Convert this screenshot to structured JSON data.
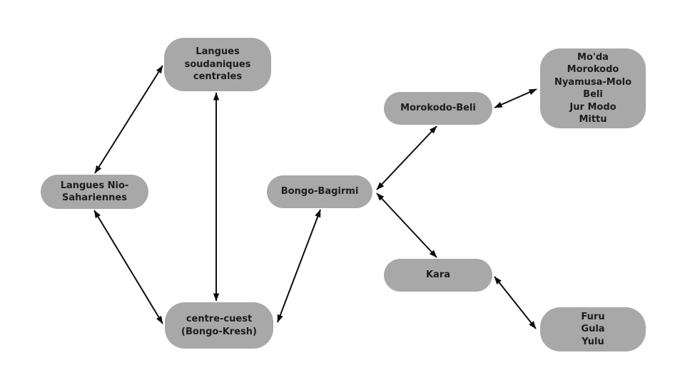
{
  "diagram": {
    "background_color": "#ffffff",
    "node_fill_color": "#a8a8a8",
    "node_text_color": "#1c1c1c",
    "arrow_color": "#0d0d0d",
    "nodes": [
      {
        "id": "langues-soudaniques-centrales",
        "lines": [
          "Langues",
          "soudaniques",
          "centrales"
        ]
      },
      {
        "id": "langues-nio-sahariennes",
        "lines": [
          "Langues Nio-",
          "Sahariennes"
        ]
      },
      {
        "id": "centre-cuest-bongo-kresh",
        "lines": [
          "centre-cuest",
          "(Bongo-Kresh)"
        ]
      },
      {
        "id": "bongo-bagirmi",
        "lines": [
          "Bongo-Bagirmi"
        ]
      },
      {
        "id": "morokodo-beli",
        "lines": [
          "Morokodo-Beli"
        ]
      },
      {
        "id": "moda-group",
        "lines": [
          "Mo'da",
          "Morokodo",
          "Nyamusa-Molo",
          "Beli",
          "Jur Modo",
          "Mittu"
        ]
      },
      {
        "id": "kara",
        "lines": [
          "Kara"
        ]
      },
      {
        "id": "furu-gula-yulu",
        "lines": [
          "Furu",
          "Gula",
          "Yulu"
        ]
      }
    ],
    "edges": [
      {
        "from": "langues-nio-sahariennes",
        "to": "langues-soudaniques-centrales",
        "bidirectional": true
      },
      {
        "from": "langues-soudaniques-centrales",
        "to": "centre-cuest-bongo-kresh",
        "bidirectional": true
      },
      {
        "from": "langues-nio-sahariennes",
        "to": "centre-cuest-bongo-kresh",
        "bidirectional": true
      },
      {
        "from": "bongo-bagirmi",
        "to": "centre-cuest-bongo-kresh",
        "bidirectional": true
      },
      {
        "from": "bongo-bagirmi",
        "to": "morokodo-beli",
        "bidirectional": true
      },
      {
        "from": "morokodo-beli",
        "to": "moda-group",
        "bidirectional": true
      },
      {
        "from": "bongo-bagirmi",
        "to": "kara",
        "bidirectional": true
      },
      {
        "from": "kara",
        "to": "furu-gula-yulu",
        "bidirectional": true
      }
    ]
  }
}
